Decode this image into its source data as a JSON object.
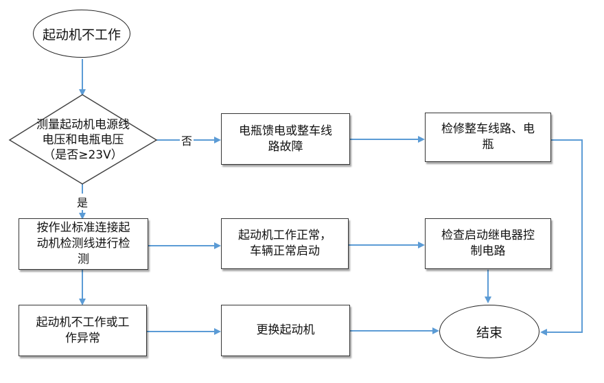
{
  "nodes": {
    "start": "起动机不工作",
    "decision": "测量起动机电源线\n电压和电瓶电压\n（是否≥23V）",
    "battery_fault": "电瓶馈电或整车线\n路故障",
    "check_wiring": "检修整车线路、电\n瓶",
    "connect_test": "按作业标准连接起\n动机检测线进行检\n测",
    "normal": "起动机工作正常，\n车辆正常启动",
    "check_relay": "检查启动继电器控\n制电路",
    "abnormal": "起动机不工作或工\n作异常",
    "replace": "更换起动机",
    "end": "结束"
  },
  "edge_labels": {
    "no": "否",
    "yes": "是"
  },
  "colors": {
    "arrow": "#5b9bd5",
    "border": "#333333"
  }
}
